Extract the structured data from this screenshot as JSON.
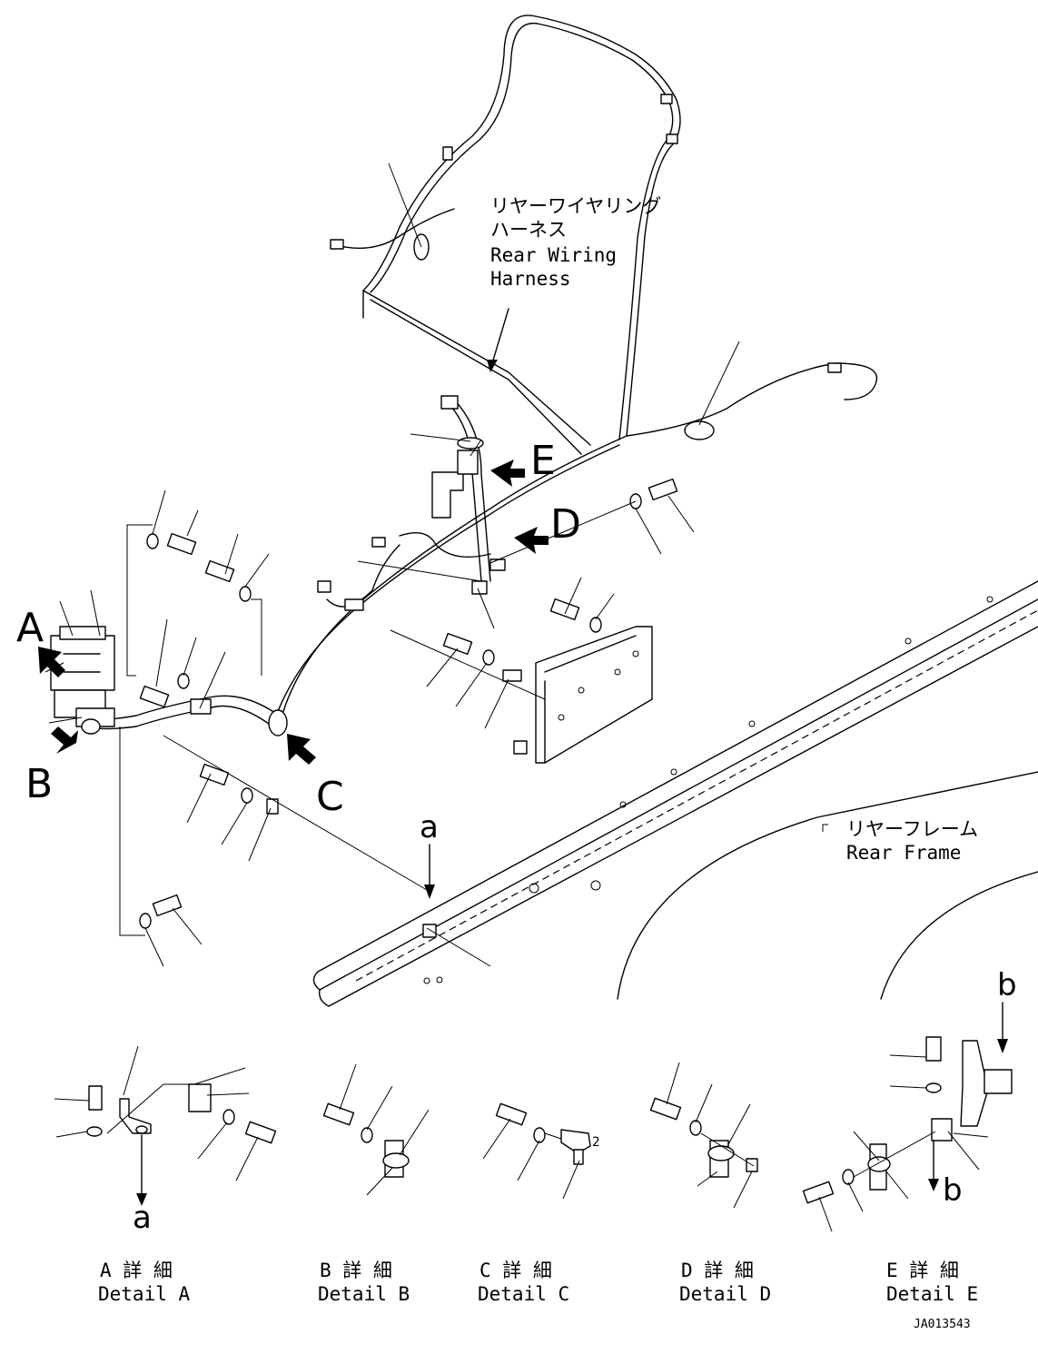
{
  "callouts": {
    "harness_jp": [
      "リヤーワイヤリング",
      "ハーネス"
    ],
    "harness_en": [
      "Rear Wiring",
      "Harness"
    ],
    "frame_jp": "リヤーフレーム",
    "frame_en": "Rear Frame"
  },
  "view_letters": [
    "A",
    "B",
    "C",
    "D",
    "E"
  ],
  "ref_letters": {
    "a": "a",
    "b": "b"
  },
  "details": [
    {
      "jp": "A 詳 細",
      "en": "Detail A"
    },
    {
      "jp": "B 詳 細",
      "en": "Detail B"
    },
    {
      "jp": "C 詳 細",
      "en": "Detail C"
    },
    {
      "jp": "D 詳 細",
      "en": "Detail D"
    },
    {
      "jp": "E 詳 細",
      "en": "Detail E"
    }
  ],
  "detail_c_mark": "2",
  "drawing_id": "JA013543"
}
